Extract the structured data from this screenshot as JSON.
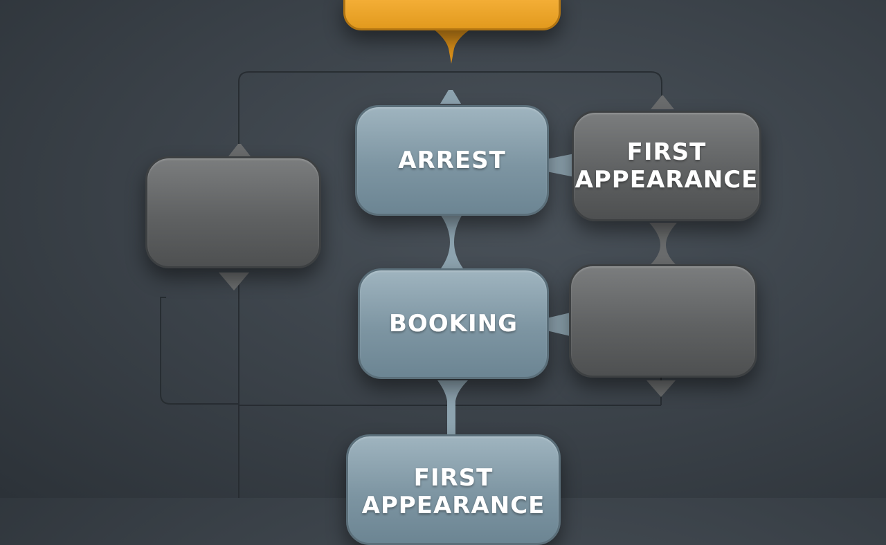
{
  "diagram": {
    "nodes": {
      "arrest": "ARREST",
      "first_appearance_right": "FIRST\nAPPEARANCE",
      "booking": "BOOKING",
      "first_appearance_bottom": "FIRST\nAPPEARANCE",
      "top_box": "",
      "left_box": "",
      "right_lower_box": ""
    }
  }
}
